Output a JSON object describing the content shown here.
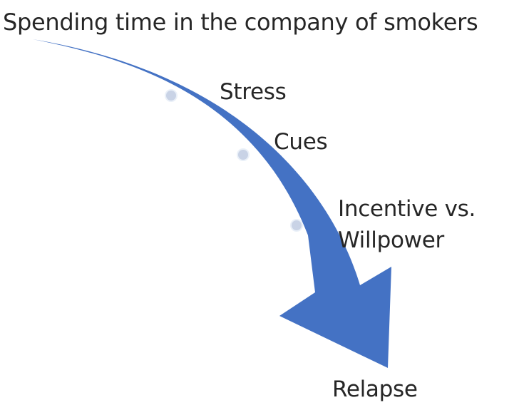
{
  "diagram": {
    "title": "Spending time in the company of smokers",
    "steps": [
      {
        "label": "Stress"
      },
      {
        "label": "Cues"
      },
      {
        "label_line1": "Incentive vs.",
        "label_line2": "Willpower"
      }
    ],
    "outcome": "Relapse"
  },
  "colors": {
    "arrow": "#4472C4",
    "dot_fill": "#C9D3E6",
    "dot_stroke": "#EAF0F8",
    "text": "#262626"
  }
}
